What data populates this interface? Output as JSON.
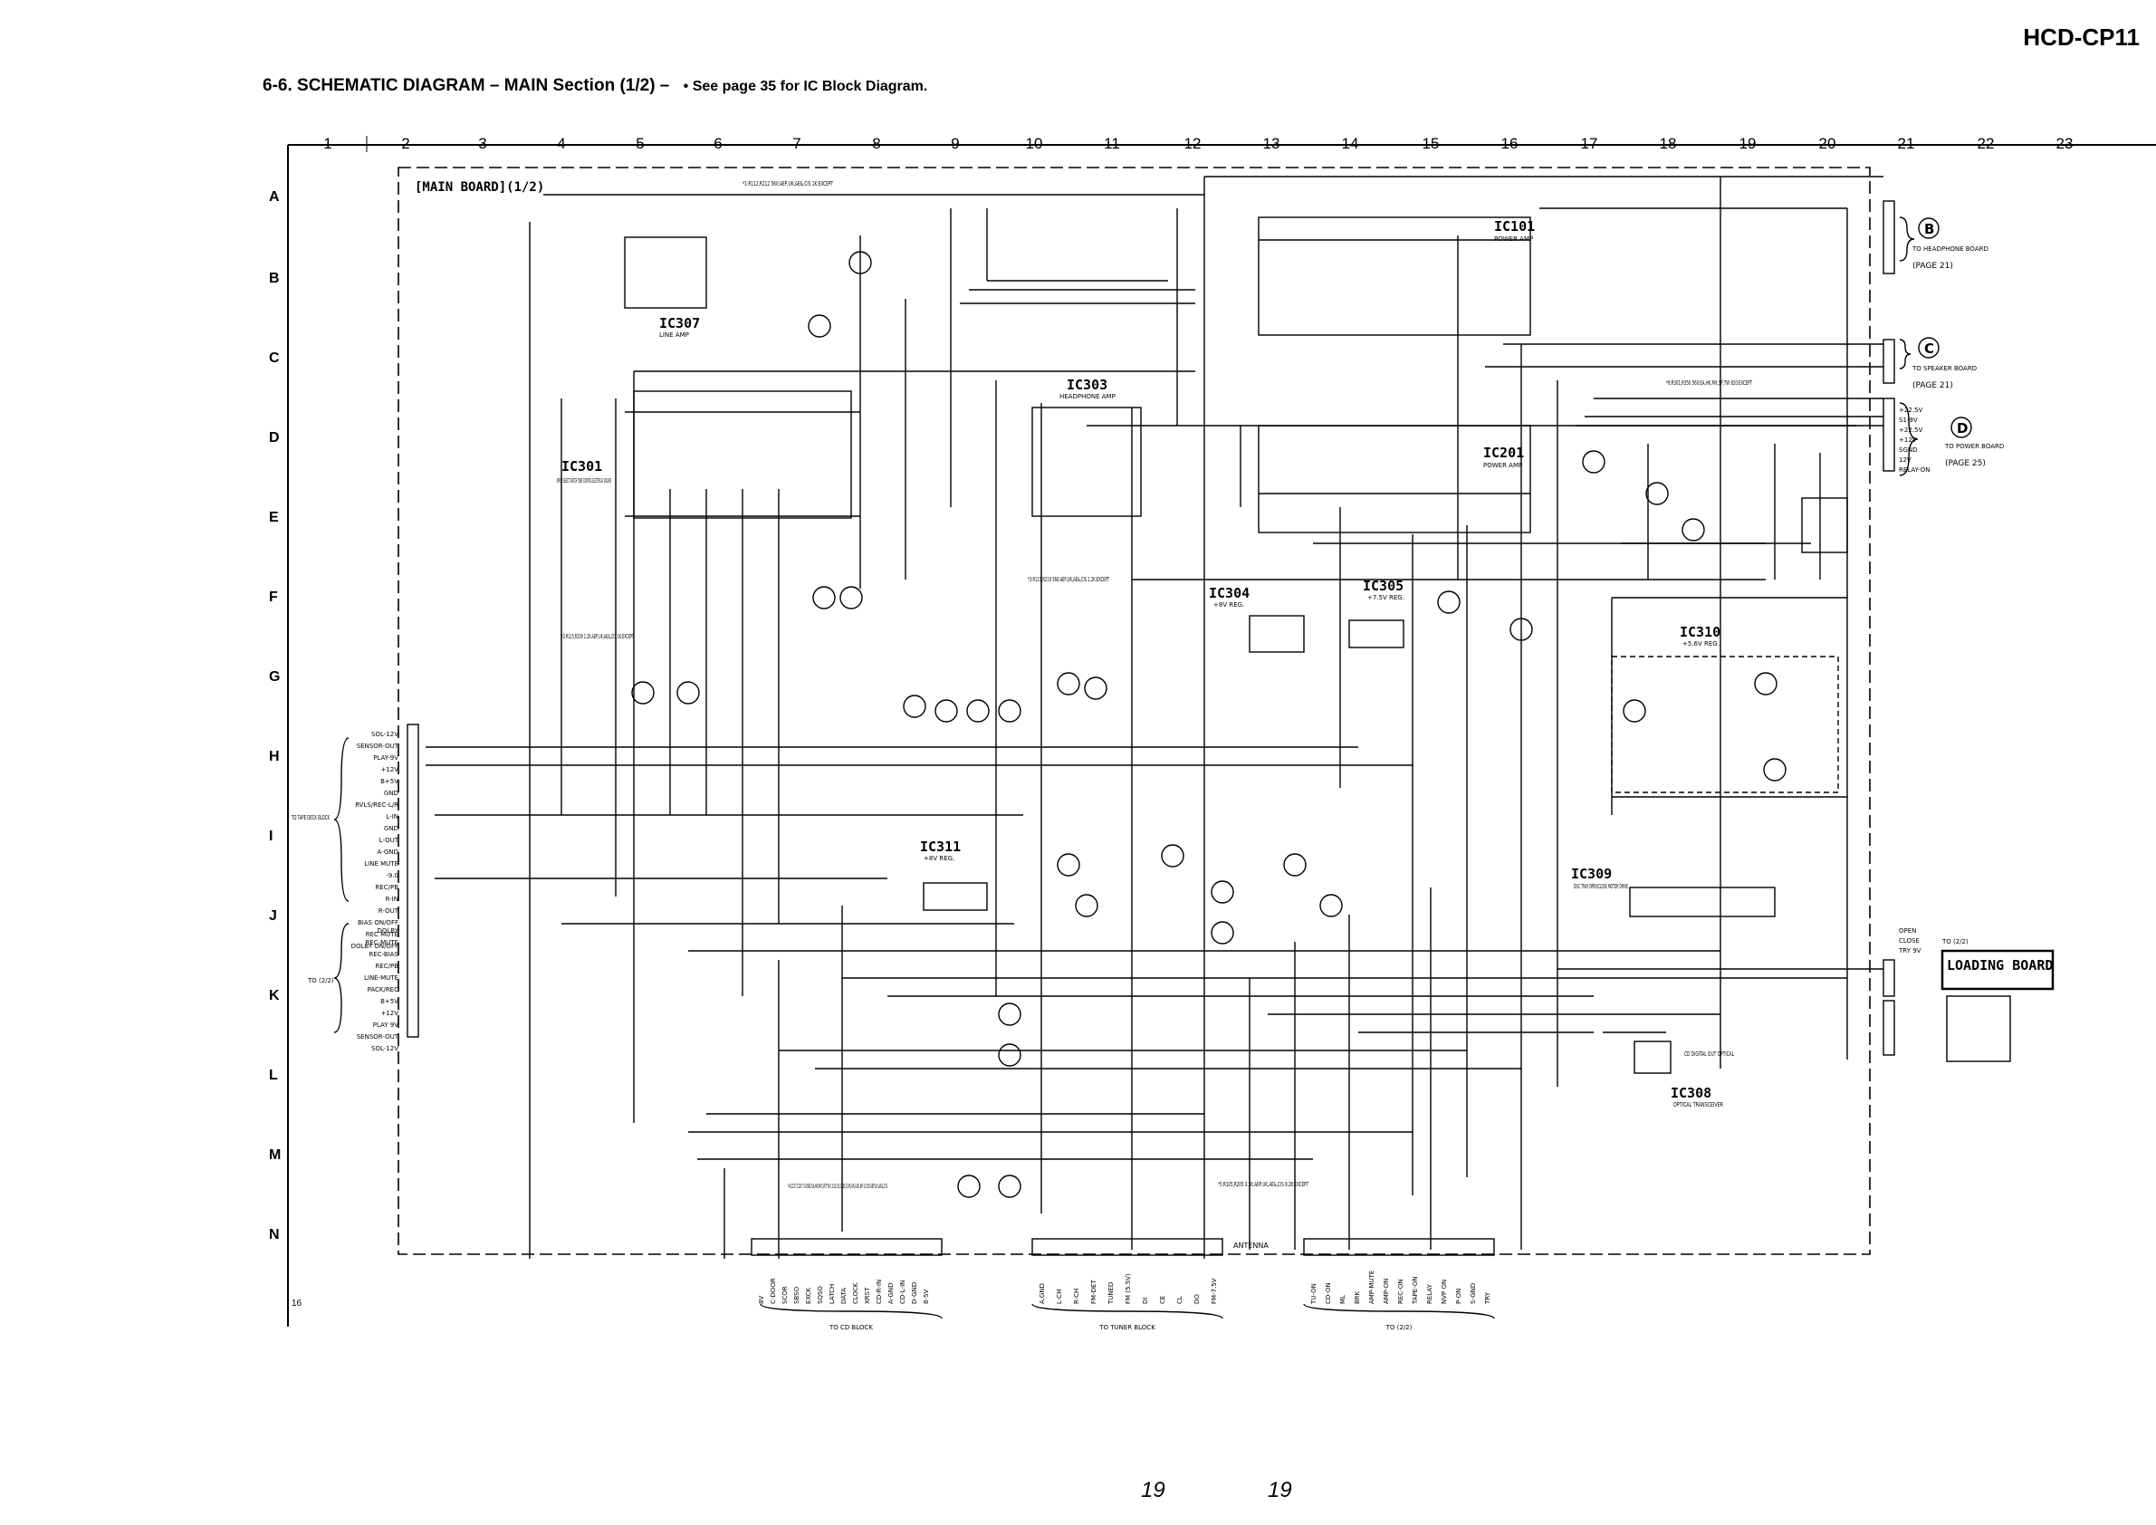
{
  "header": {
    "model": "HCD-CP11",
    "section_title": "6-6. SCHEMATIC DIAGRAM – MAIN Section (1/2) –",
    "note": "• See page 35 for IC Block Diagram."
  },
  "grid": {
    "columns": [
      "1",
      "2",
      "3",
      "4",
      "5",
      "6",
      "7",
      "8",
      "9",
      "10",
      "11",
      "12",
      "13",
      "14",
      "15",
      "16",
      "17",
      "18",
      "19",
      "20",
      "21",
      "22",
      "23"
    ],
    "rows": [
      "A",
      "B",
      "C",
      "D",
      "E",
      "F",
      "G",
      "H",
      "I",
      "J",
      "K",
      "L",
      "M",
      "N"
    ]
  },
  "board_label": "[MAIN BOARD](1/2)",
  "corner_number": "16",
  "ics": [
    {
      "ref": "IC307",
      "desc": "LINE AMP"
    },
    {
      "ref": "IC301",
      "desc": "INPUT SELECT SWITCH TONE CONTROL ELECTRICAL VOLUME"
    },
    {
      "ref": "IC303",
      "desc": "HEADPHONE AMP"
    },
    {
      "ref": "IC101",
      "desc": "POWER AMP"
    },
    {
      "ref": "IC201",
      "desc": "POWER AMP"
    },
    {
      "ref": "IC304",
      "desc": "+8V REG."
    },
    {
      "ref": "IC305",
      "desc": "+7.5V REG."
    },
    {
      "ref": "IC310",
      "desc": "+5.6V REG."
    },
    {
      "ref": "IC311",
      "desc": "+8V REG."
    },
    {
      "ref": "IC309",
      "desc": "DISC TRAY OPEN/CLOSE MOTOR DRIVE"
    },
    {
      "ref": "IC308",
      "desc": "OPTICAL TRANSCEIVER"
    }
  ],
  "connectors": {
    "headphone": {
      "letter": "B",
      "text": "TO HEADPHONE BOARD",
      "page": "(PAGE 21)"
    },
    "speaker": {
      "letter": "C",
      "text": "TO SPEAKER BOARD",
      "page": "(PAGE 21)"
    },
    "power": {
      "letter": "D",
      "text": "TO POWER BOARD",
      "page": "(PAGE 25)"
    },
    "loading": "LOADING BOARD",
    "tape_deck": "TO TAPE DECK BLOCK",
    "to_22": "TO (2/2)",
    "cd_block": "TO CD BLOCK",
    "tuner_block": "TO TUNER BLOCK",
    "to_22_bottom": "TO (2/2)",
    "cd_digital_out": "CD DIGITAL OUT OPTICAL",
    "power_pins": [
      "+22.5V",
      "S1-9V",
      "+22.5V",
      "+12V",
      "SGND",
      "12V",
      "RELAY-ON"
    ],
    "tray_pins": [
      "OPEN",
      "CLOSE",
      "TRY 9V"
    ]
  },
  "left_pins_upper": [
    "SOL-12V",
    "SENSOR-OUT",
    "PLAY-9V",
    "+12V",
    "B+5V",
    "GND",
    "RVLS/REC-L/R",
    "L-IN",
    "GND",
    "L-OUT",
    "A-GND",
    "LINE MUTE",
    "-9.0",
    "REC/PB",
    "R-IN",
    "R-OUT",
    "BIAS ON/OFF",
    "REC MUTE",
    "DOLBY ON/OFF"
  ],
  "left_pins_lower": [
    "DOLBY",
    "REC-MUTE",
    "REC-BIAS",
    "REC/PB",
    "LINE-MUTE",
    "PACK/REC",
    "B+5V",
    "+12V",
    "PLAY 9V",
    "SENSOR-OUT",
    "SOL-12V"
  ],
  "bottom_pins_cd": [
    "8V",
    "C-DOOR",
    "SCOR",
    "SBSO",
    "EXCK",
    "SQSO",
    "LATCH",
    "DATA",
    "CLOCK",
    "XRST",
    "CD-R-IN",
    "A-GND",
    "CD-L-IN",
    "D-GND",
    "8-5V"
  ],
  "bottom_pins_tuner": [
    "A.GND",
    "L-CH",
    "R-CH",
    "FM-DET",
    "TUNED",
    "FM (5.5V)",
    "DI",
    "CE",
    "CL",
    "DO",
    "FM-7.5V"
  ],
  "bottom_pins_22": [
    "TU-ON",
    "CD-ON",
    "ML",
    "BRK",
    "AMP-MUTE",
    "AMP-ON",
    "REC-ON",
    "TAPE-ON",
    "RELAY",
    "NVP ON",
    "P-ON",
    "S-GND",
    "TRY"
  ],
  "notes": [
    "*1:R112,R212 560:AEP,UK,AE&,CIS 1K:EXCEPT",
    "*2:R115,R209 2.2K:AEP,UK,AE&,CIS 1K:EXCEPT",
    "*3:R11S,R219 560:AEP,UK,AE&,CIS 1.2K:EXCEPT",
    "*4:C107,C207 0.0082:EA,HK,MX,SP,TW 0.012:US,CND,E,KR,AR,AUS,KR 0.015:AEP,UK,AE&,CIS",
    "*5:R105,R205 3.3K:AEP,UK,AE&,CIS 8.2K:EXCEPT",
    "*6:R301,R350 560:EA,HK,MX,SP,TW 820:EXCEPT"
  ],
  "antenna_label": "ANTENNA",
  "page_numbers": [
    "19",
    "19"
  ]
}
